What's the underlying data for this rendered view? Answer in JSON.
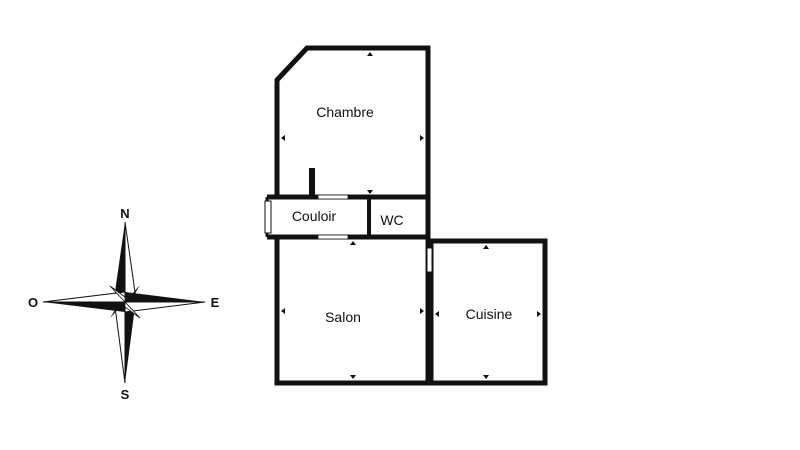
{
  "colors": {
    "wall": "#111111",
    "background": "#ffffff",
    "window": "#ffffff",
    "compass_dark": "#111111",
    "compass_light": "#ffffff"
  },
  "rooms": {
    "chambre": "Chambre",
    "couloir": "Couloir",
    "wc": "WC",
    "salon": "Salon",
    "cuisine": "Cuisine"
  },
  "compass": {
    "north": "N",
    "south": "S",
    "east": "E",
    "west": "O"
  },
  "icons": [
    "compass-rose-icon",
    "dimension-arrow-icon"
  ]
}
